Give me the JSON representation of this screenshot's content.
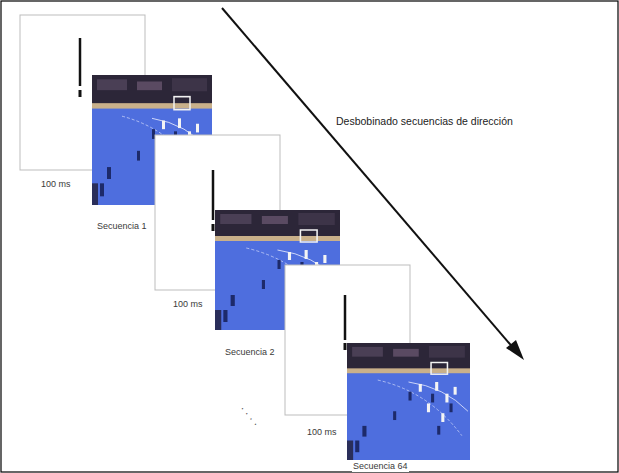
{
  "diagram": {
    "labels": [
      "100 ms",
      "Secuencia 1",
      "100 ms",
      "Secuencia 2",
      "· · · ·",
      "100 ms",
      "Secuencia 64",
      "Desbobinado secuencias de dirección"
    ]
  }
}
